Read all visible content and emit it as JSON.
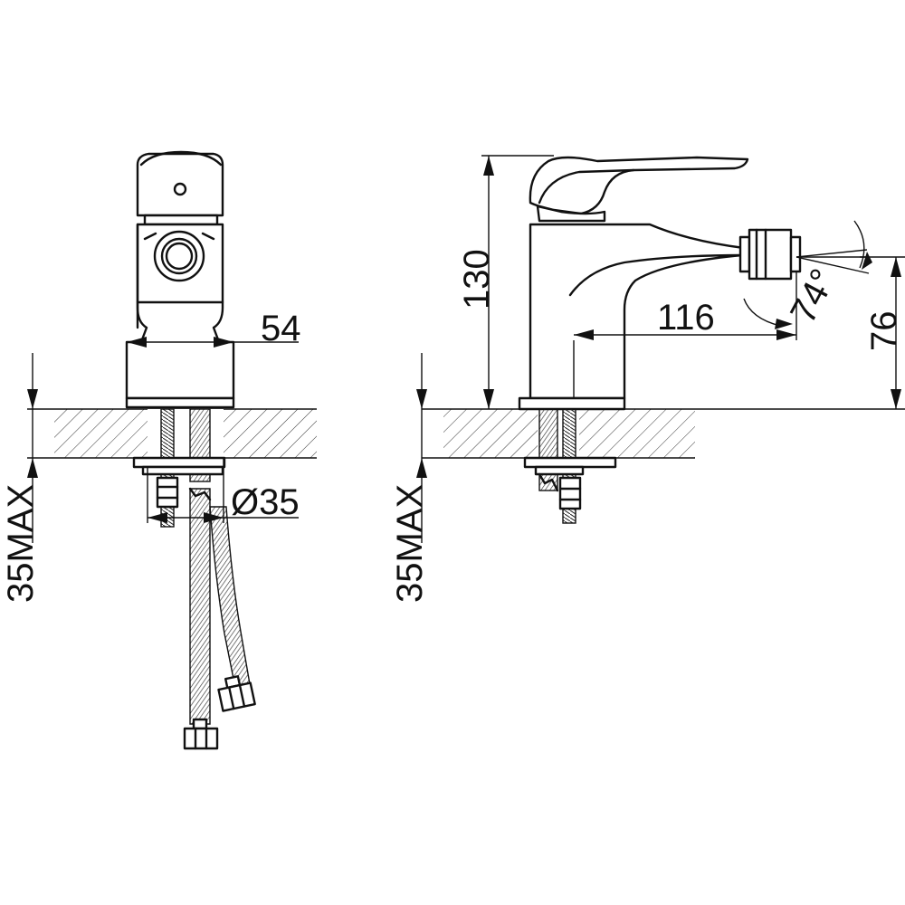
{
  "dimensions": {
    "left_depth": "35MAX",
    "right_depth": "35MAX",
    "body_width": "54",
    "hole_diameter": "Ø35",
    "height": "130",
    "reach": "116",
    "outlet_height": "76",
    "spray_angle": "74°"
  }
}
